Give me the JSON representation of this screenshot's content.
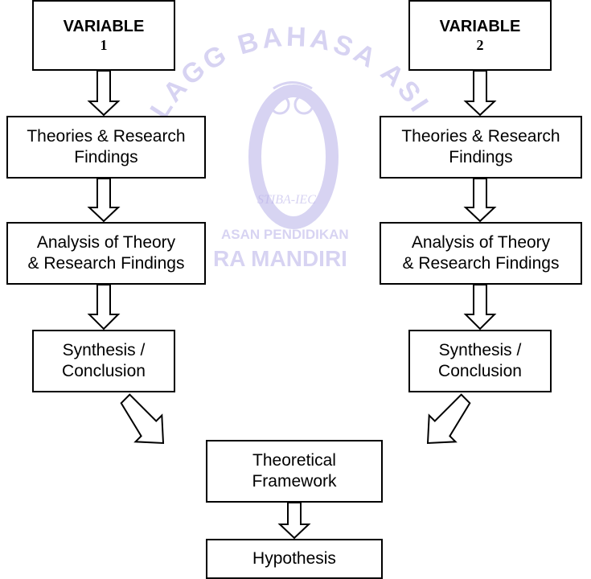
{
  "watermark": {
    "arc_text": "LAGG BAHASA ASING",
    "seal_text": "STIBA-IEC",
    "lower_text_1": "ASAN PENDIDIKAN",
    "lower_text_2": "RA MANDIRI",
    "color": "#c9c4ee"
  },
  "left": {
    "variable_title": "VARIABLE",
    "variable_number": "1",
    "theories_line1": "Theories & Research",
    "theories_line2": "Findings",
    "analysis_line1": "Analysis of Theory",
    "analysis_line2": "& Research Findings",
    "synthesis_line1": "Synthesis /",
    "synthesis_line2": "Conclusion"
  },
  "right": {
    "variable_title": "VARIABLE",
    "variable_number": "2",
    "theories_line1": "Theories & Research",
    "theories_line2": "Findings",
    "analysis_line1": "Analysis of Theory",
    "analysis_line2": "& Research Findings",
    "synthesis_line1": "Synthesis /",
    "synthesis_line2": "Conclusion"
  },
  "center": {
    "framework_line1": "Theoretical",
    "framework_line2": "Framework",
    "hypothesis": "Hypothesis"
  }
}
